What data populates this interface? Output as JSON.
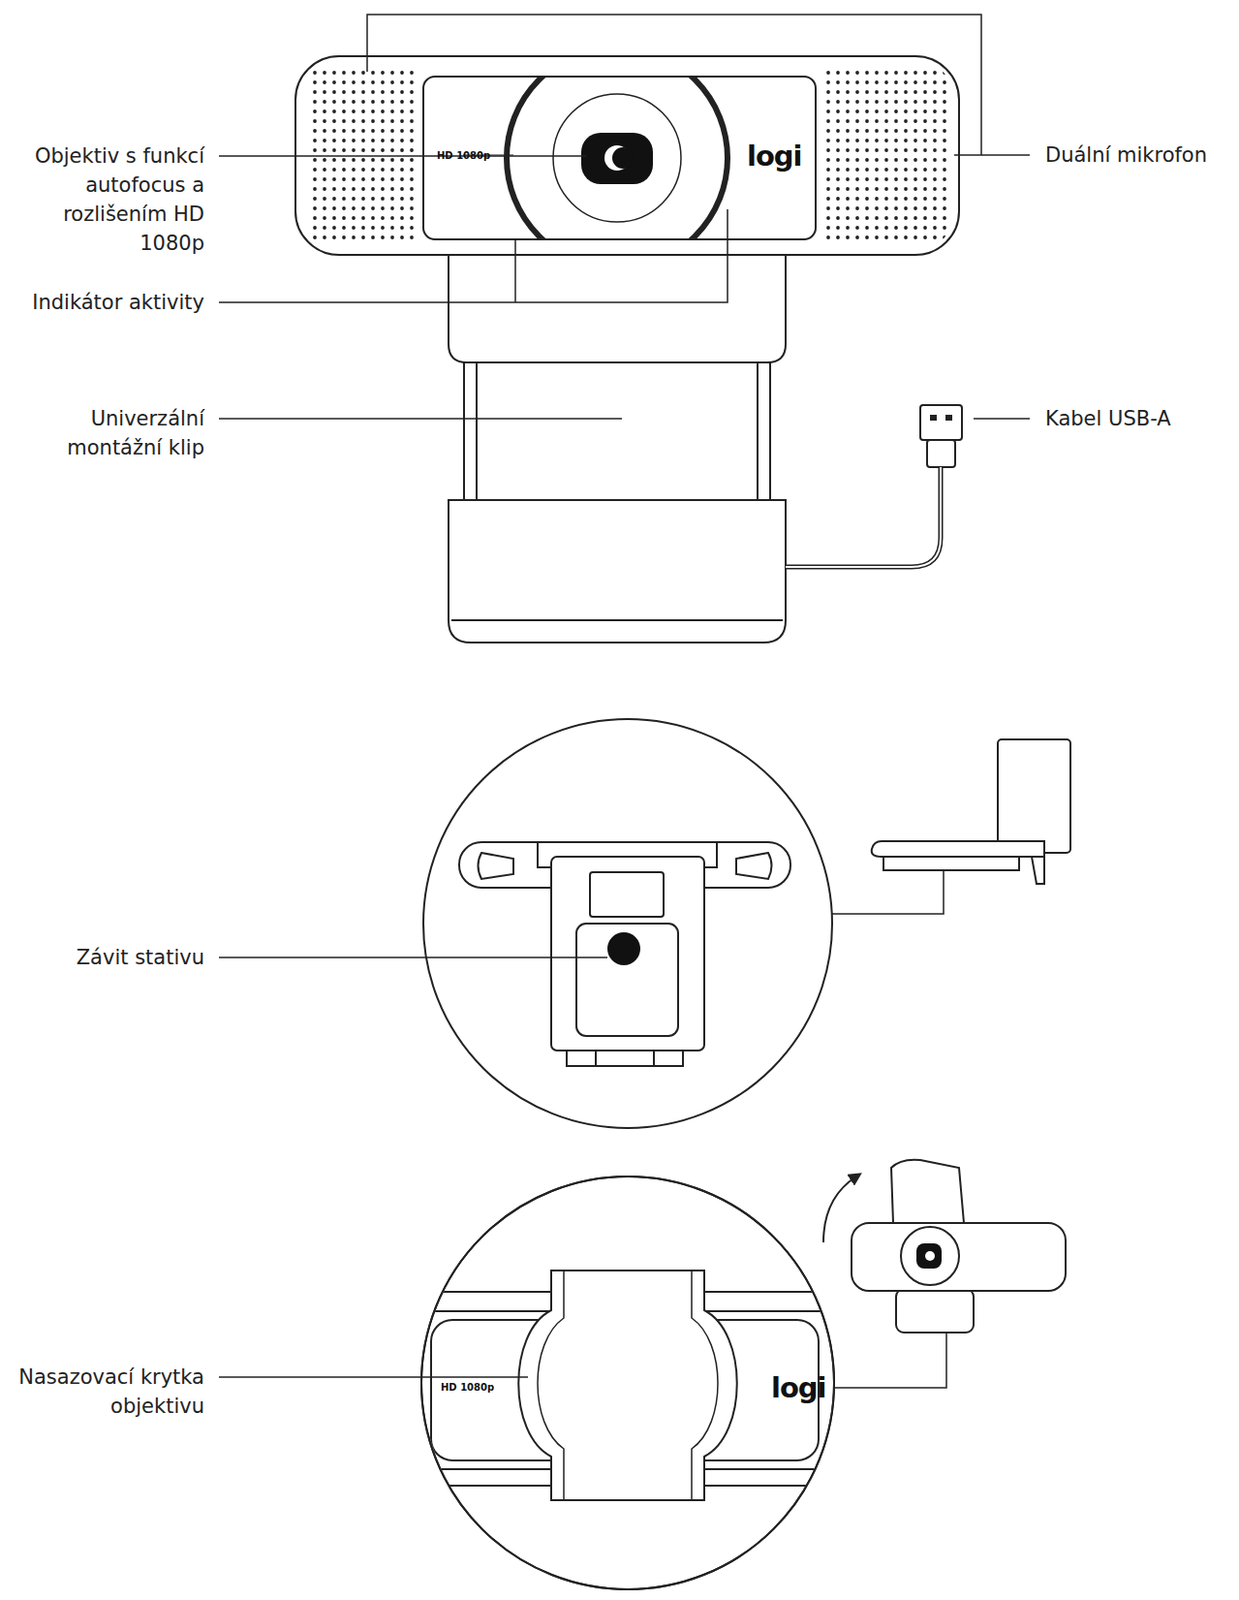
{
  "diagram": {
    "labels": [
      "Objektiv s funkcí autofocus a rozlišením HD 1080p",
      "Indikátor aktivity",
      "Univerzální montážní klip",
      "Duální mikrofon",
      "Kabel USB-A",
      "Závit stativu",
      "Nasazovací krytka objektivu",
      "HD 1080p",
      "logi",
      "HD 1080p",
      "logi"
    ]
  }
}
